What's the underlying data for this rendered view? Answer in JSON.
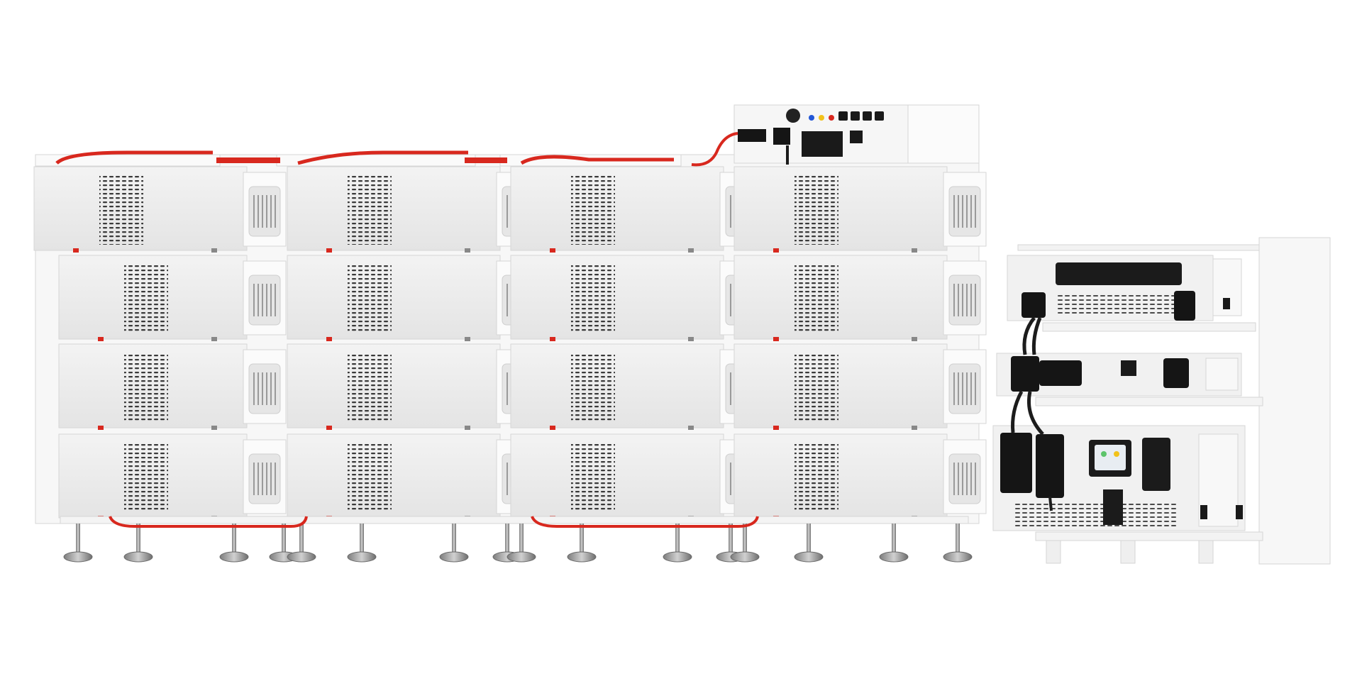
{
  "scene": {
    "subject": "modular-battery-energy-storage-system",
    "background": "#ffffff",
    "colors": {
      "module_body": "#f1f1f1",
      "module_front": "#e9e9e9",
      "module_edge": "#d6d6d6",
      "frame": "#f7f7f7",
      "vent": "#3a3a3a",
      "cable_red": "#d8281e",
      "cable_black": "#1c1c1c",
      "connector": "#151515",
      "foot_metal": "#9a9a9a",
      "indicator_blue": "#2357d6",
      "indicator_yellow": "#f2c21a",
      "indicator_red": "#d8281e"
    },
    "battery_grid": {
      "columns": 4,
      "rows": 4
    },
    "control_rack": {
      "units": 3
    },
    "display_screen": true
  }
}
